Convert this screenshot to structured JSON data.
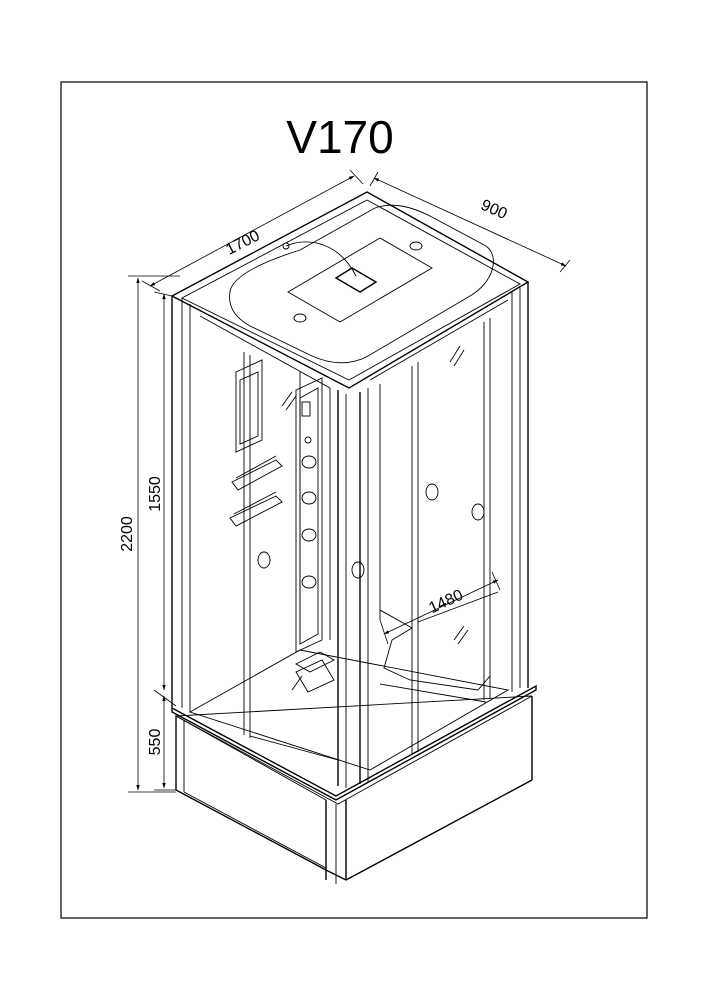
{
  "drawing": {
    "title": "V170",
    "dimensions": {
      "length": "1700",
      "width": "900",
      "total_height": "2200",
      "cabin_height": "1550",
      "tray_height": "550",
      "door_width": "1480"
    }
  }
}
